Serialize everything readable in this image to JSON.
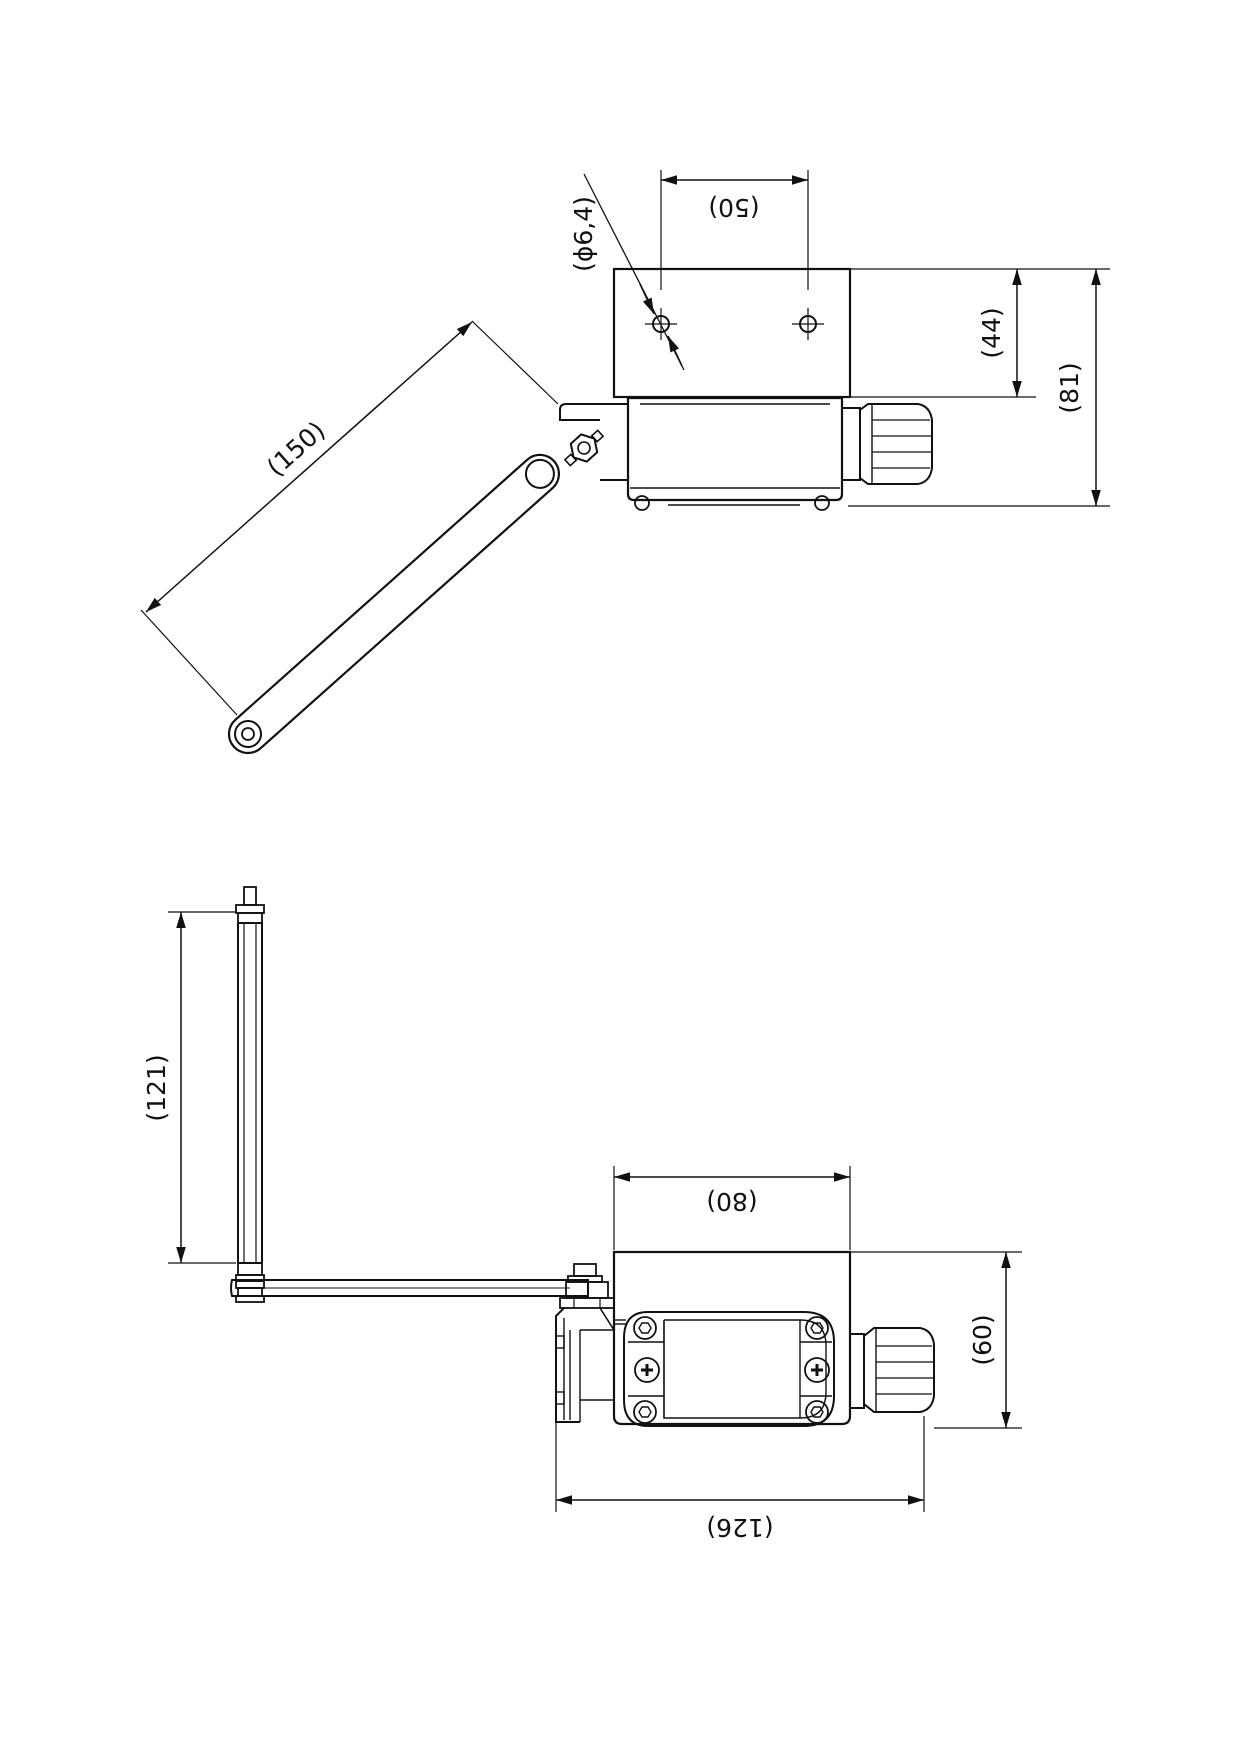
{
  "drawing": {
    "view_top": {
      "dim_width": "(50)",
      "dim_hole": "(ϕ6,4)",
      "dim_lever": "(150)",
      "dim_mount_height": "(44)",
      "dim_total_height": "(81)"
    },
    "view_bottom": {
      "dim_rod": "(121)",
      "dim_body_width": "(80)",
      "dim_height": "(60)",
      "dim_total_length": "(126)"
    }
  },
  "colors": {
    "line": "#111111",
    "background": "#ffffff"
  }
}
